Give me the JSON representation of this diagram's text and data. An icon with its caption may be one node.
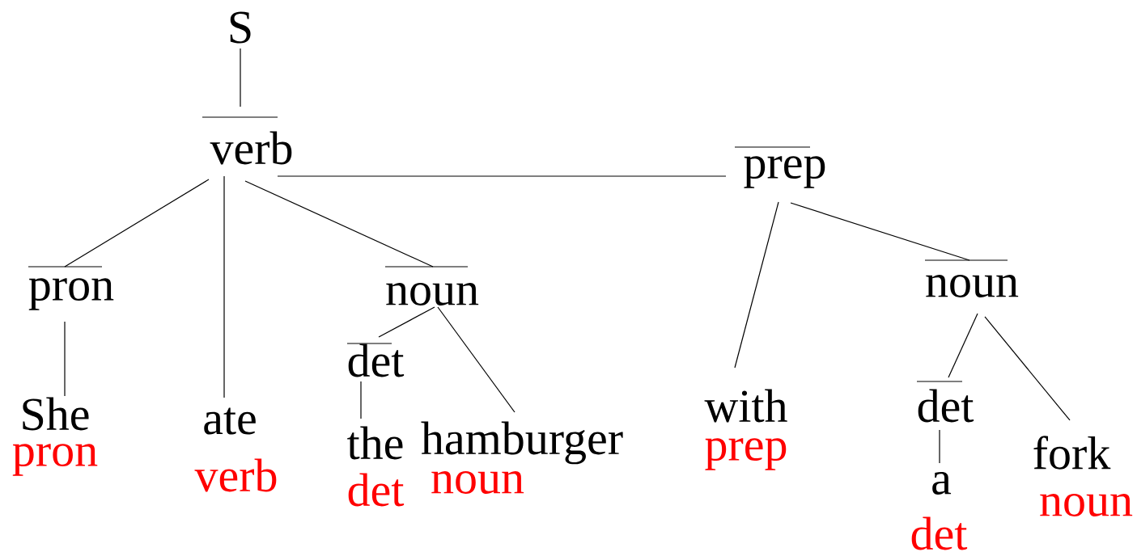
{
  "diagram": {
    "nodes": [
      {
        "text": [
          "S"
        ]
      },
      {
        "text": [
          "verb"
        ]
      },
      {
        "text": [
          "prep"
        ]
      },
      {
        "text": [
          "pron"
        ]
      },
      {
        "text": [
          "noun"
        ]
      },
      {
        "text": [
          "noun"
        ]
      },
      {
        "text": [
          "She"
        ],
        "beside": [
          "pron"
        ]
      },
      {
        "text": [
          "ate"
        ],
        "beside": [
          "verb"
        ]
      },
      {
        "text": [
          "det"
        ]
      },
      {
        "text": [
          "the"
        ],
        "beside": [
          "det"
        ]
      },
      {
        "text": [
          "hamburger"
        ],
        "beside": [
          "noun"
        ]
      },
      {
        "text": [
          "with"
        ],
        "beside": [
          "prep"
        ]
      },
      {
        "text": [
          "det"
        ]
      },
      {
        "text": [
          "a"
        ],
        "beside": [
          "det"
        ]
      },
      {
        "text": [
          "fork"
        ],
        "beside": [
          "noun"
        ]
      }
    ],
    "edges": [
      {
        "from": 0,
        "to": 1,
        "arrow": "none"
      },
      {
        "from": 1,
        "to": 3,
        "arrow": "none"
      },
      {
        "from": 1,
        "to": 7,
        "arrow": "none"
      },
      {
        "from": 1,
        "to": 4,
        "arrow": "none"
      },
      {
        "from": 1,
        "to": 2,
        "arrow": "none"
      },
      {
        "from": 2,
        "to": 11,
        "arrow": "none"
      },
      {
        "from": 2,
        "to": 5,
        "arrow": "none"
      },
      {
        "from": 3,
        "to": 6,
        "arrow": "none"
      },
      {
        "from": 4,
        "to": 8,
        "arrow": "none"
      },
      {
        "from": 4,
        "to": 10,
        "arrow": "none"
      },
      {
        "from": 8,
        "to": 9,
        "arrow": "none"
      },
      {
        "from": 5,
        "to": 12,
        "arrow": "none"
      },
      {
        "from": 5,
        "to": 14,
        "arrow": "none"
      },
      {
        "from": 12,
        "to": 13,
        "arrow": "none"
      }
    ]
  }
}
